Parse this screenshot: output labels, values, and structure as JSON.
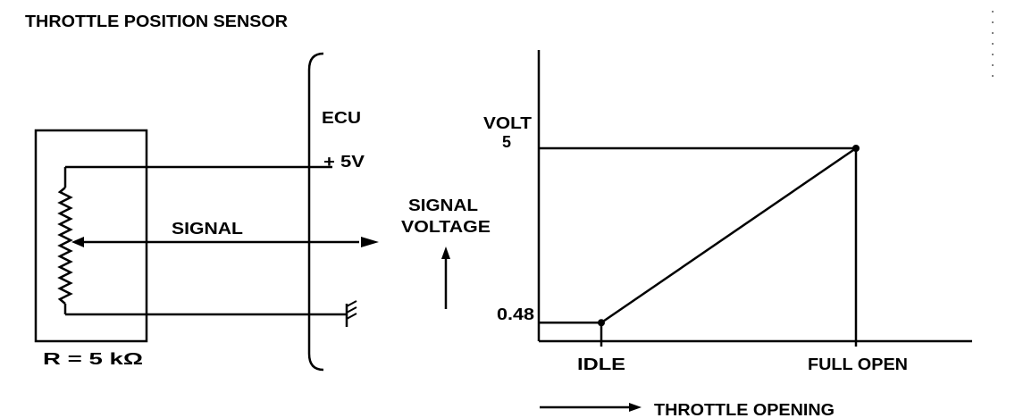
{
  "diagram": {
    "title": "THROTTLE POSITION SENSOR",
    "sensor": {
      "resistance_label": "R = 5 kΩ"
    },
    "ecu": {
      "label": "ECU",
      "supply_label": "+ 5V"
    },
    "signal_label": "SIGNAL",
    "graph": {
      "y_caption_line1": "SIGNAL",
      "y_caption_line2": "VOLTAGE",
      "y_unit": "VOLT",
      "y_max_label": "5",
      "y_min_label": "0.48",
      "x_label_idle": "IDLE",
      "x_label_full": "FULL OPEN",
      "x_caption": "THROTTLE OPENING"
    }
  },
  "chart_data": {
    "type": "line",
    "x": [
      "IDLE",
      "FULL OPEN"
    ],
    "series": [
      {
        "values": [
          0.48,
          5
        ]
      }
    ],
    "xlabel": "THROTTLE OPENING",
    "ylabel": "SIGNAL VOLTAGE",
    "y_unit": "VOLT",
    "grid": false
  }
}
